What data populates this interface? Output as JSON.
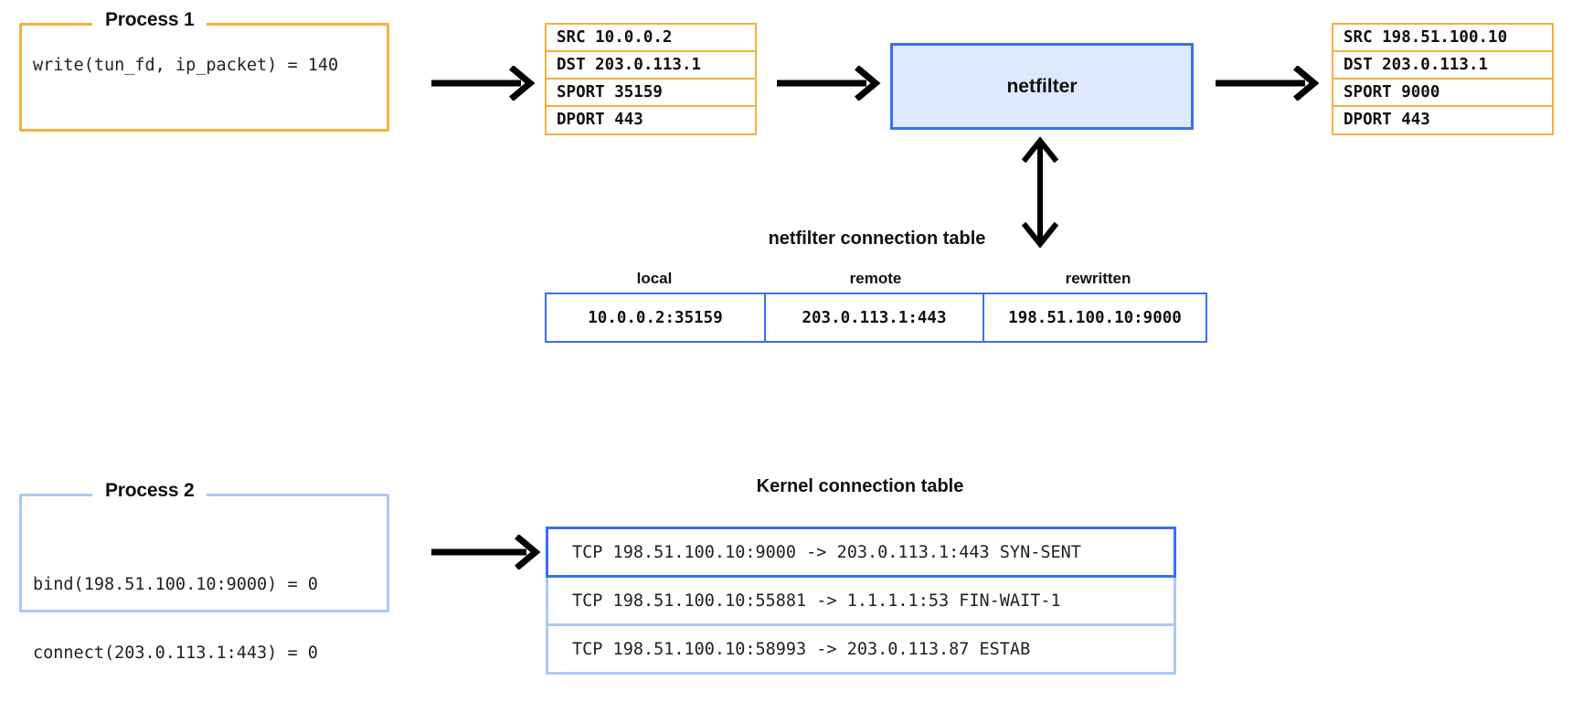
{
  "diagram": {
    "title_hidden": "",
    "colors": {
      "orange": "#f5b041",
      "blue": "#3b6ff0",
      "light_blue_border": "#a9caf4",
      "light_blue_fill": "#dfe9fd",
      "text": "#111111"
    }
  },
  "process1": {
    "legend": "Process 1",
    "body": "write(tun_fd, ip_packet) = 140"
  },
  "process2": {
    "legend": "Process 2",
    "body_line1": "bind(198.51.100.10:9000) = 0",
    "body_line2": "connect(203.0.113.1:443) = 0"
  },
  "packet_in": {
    "rows": [
      "SRC 10.0.0.2",
      "DST 203.0.113.1",
      "SPORT 35159",
      "DPORT 443"
    ]
  },
  "packet_out": {
    "rows": [
      "SRC 198.51.100.10",
      "DST 203.0.113.1",
      "SPORT 9000",
      "DPORT 443"
    ]
  },
  "netfilter": {
    "label": "netfilter"
  },
  "netfilter_table": {
    "title": "netfilter connection table",
    "columns": [
      "local",
      "remote",
      "rewritten"
    ],
    "row": [
      "10.0.0.2:35159",
      "203.0.113.1:443",
      "198.51.100.10:9000"
    ]
  },
  "kernel_table": {
    "title": "Kernel connection table",
    "rows": [
      "TCP 198.51.100.10:9000 -> 203.0.113.1:443 SYN-SENT",
      "TCP 198.51.100.10:55881 -> 1.1.1.1:53 FIN-WAIT-1",
      "TCP 198.51.100.10:58993 -> 203.0.113.87 ESTAB"
    ]
  },
  "arrows": {
    "a1": "arrow-right-process1-to-packet",
    "a2": "arrow-right-packet-to-netfilter",
    "a3": "arrow-right-netfilter-to-packet-out",
    "a4": "arrow-right-process2-to-kernel-table",
    "a5": "arrow-bidirectional-netfilter-to-table"
  }
}
